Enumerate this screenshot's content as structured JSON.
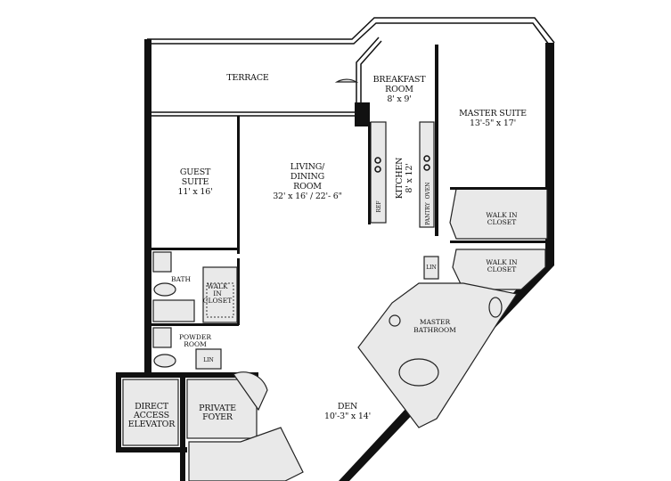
{
  "rooms": {
    "terrace": {
      "name": "TERRACE"
    },
    "breakfast": {
      "name1": "BREAKFAST",
      "name2": "ROOM",
      "size": "8' x 9'"
    },
    "master_suite": {
      "name": "MASTER SUITE",
      "size": "13'-5\" x 17'"
    },
    "guest_suite": {
      "name1": "GUEST",
      "name2": "SUITE",
      "size": "11' x 16'"
    },
    "living": {
      "name1": "LIVING/",
      "name2": "DINING",
      "name3": "ROOM",
      "size": "32' x 16' / 22'- 6\""
    },
    "kitchen": {
      "name": "KITCHEN",
      "size": "8' x 12'"
    },
    "master_closet_1": {
      "name1": "WALK IN",
      "name2": "CLOSET"
    },
    "master_closet_2": {
      "name1": "WALK IN",
      "name2": "CLOSET"
    },
    "bath": {
      "name": "BATH"
    },
    "guest_closet": {
      "name1": "WALK",
      "name2": "IN",
      "name3": "CLOSET"
    },
    "powder": {
      "name1": "POWDER",
      "name2": "ROOM"
    },
    "lin_powder": {
      "name": "LIN"
    },
    "lin_master": {
      "name": "LIN"
    },
    "master_bath": {
      "name1": "MASTER",
      "name2": "BATHROOM"
    },
    "elevator": {
      "name1": "DIRECT",
      "name2": "ACCESS",
      "name3": "ELEVATOR"
    },
    "foyer": {
      "name1": "PRIVATE",
      "name2": "FOYER"
    },
    "den": {
      "name": "DEN",
      "size": "10'-3\" x 14'"
    }
  },
  "fixtures": {
    "ref": "REF",
    "oven": "OVEN",
    "pantry": "PANTRY"
  }
}
